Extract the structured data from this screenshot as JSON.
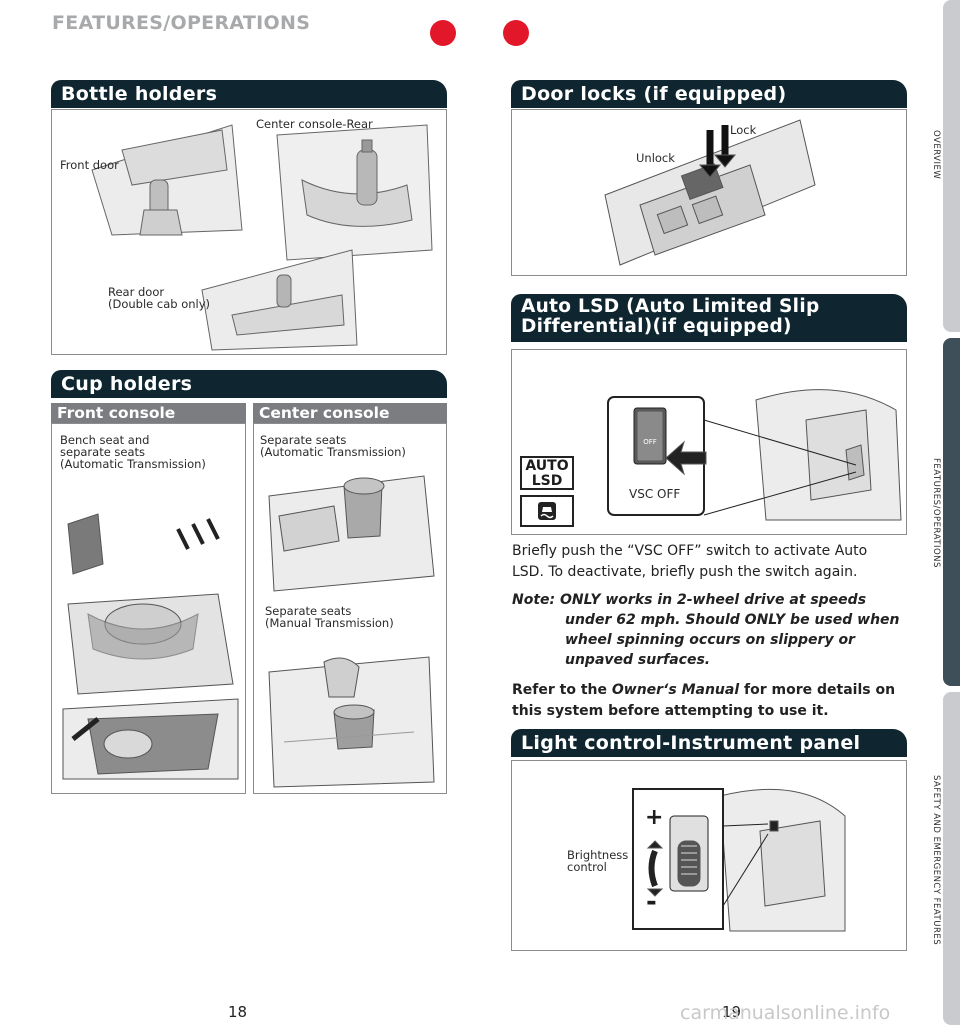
{
  "header": {
    "title": "FEATURES/OPERATIONS"
  },
  "side_tabs": {
    "overview": "OVERVIEW",
    "features": "FEATURES/OPERATIONS",
    "safety": "SAFETY AND EMERGENCY FEATURES"
  },
  "bottle_holders": {
    "title": "Bottle holders",
    "front_door": "Front door",
    "center_console_rear": "Center console-Rear",
    "rear_door": "Rear door\n(Double cab only)"
  },
  "cup_holders": {
    "title": "Cup holders",
    "front_console": {
      "heading": "Front console",
      "caption": "Bench seat and\nseparate seats\n(Automatic Transmission)"
    },
    "center_console": {
      "heading": "Center console",
      "caption_auto": "Separate seats\n(Automatic Transmission)",
      "caption_manual": "Separate seats\n(Manual Transmission)"
    }
  },
  "door_locks": {
    "title": "Door locks (if equipped)",
    "lock": "Lock",
    "unlock": "Unlock"
  },
  "auto_lsd": {
    "title": "Auto LSD (Auto Limited Slip\nDifferential)(if equipped)",
    "indicator_line1": "AUTO",
    "indicator_line2": "LSD",
    "switch_label": "VSC OFF",
    "switch_text": "OFF",
    "body": "Briefly push the “VSC OFF” switch to activate Auto LSD. To deactivate, briefly push the switch again.",
    "note_line1": "Note: ONLY works in 2-wheel drive at speeds",
    "note_rest": "under 62 mph. Should ONLY be used when wheel spinning occurs on slippery or unpaved surfaces.",
    "refer_prefix": "Refer to the ",
    "refer_italic": "Owner‘s Manual",
    "refer_suffix": " for more details on this system before attempting to use it."
  },
  "light_control": {
    "title": "Light control-Instrument panel",
    "brightness": "Brightness\ncontrol",
    "plus": "+",
    "minus": "-"
  },
  "footer": {
    "page_left": "18",
    "page_right": "19",
    "watermark": "carmanualsonline.info"
  },
  "colors": {
    "banner": "#0f2630",
    "subhead": "#7b7d80",
    "registration_dot": "#e3172a",
    "active_tab": "#3f4f5a"
  }
}
